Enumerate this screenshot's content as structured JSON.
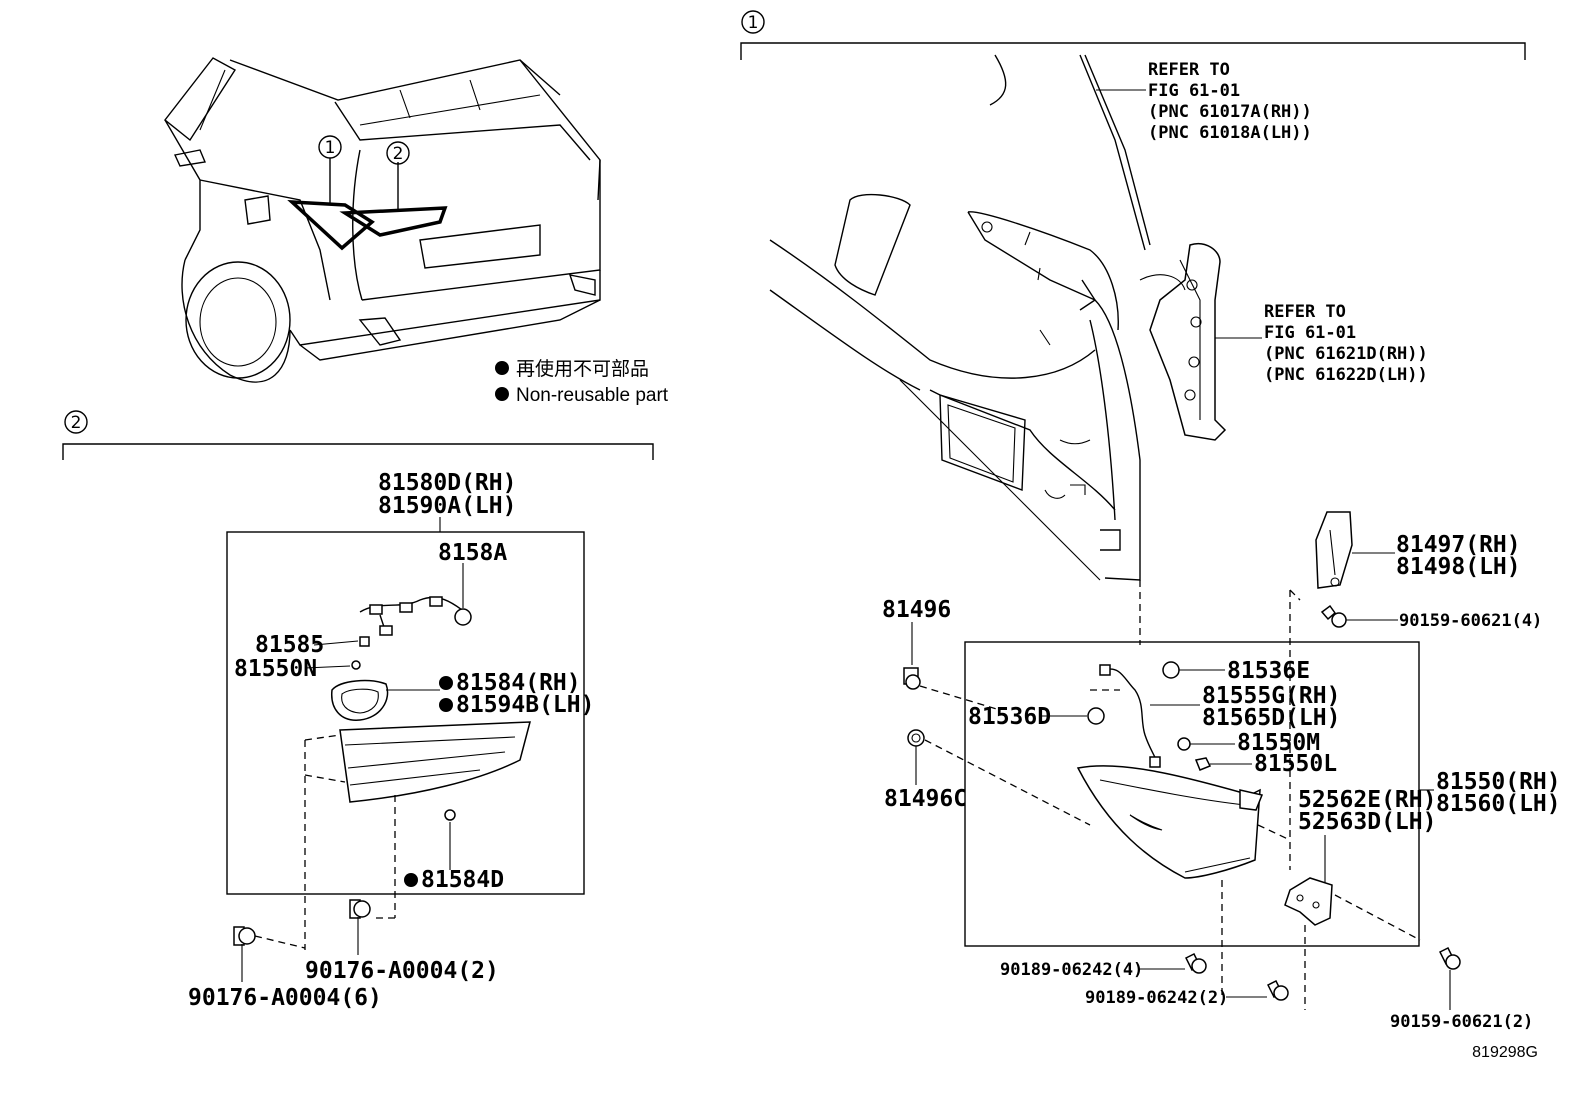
{
  "callouts": {
    "c1": "1",
    "c2": "2"
  },
  "legend": {
    "jp": "再使用不可部品",
    "en": "Non-reusable part"
  },
  "section1": {
    "refer1": [
      "REFER TO",
      "FIG 61-01",
      "(PNC 61017A(RH))",
      "(PNC 61018A(LH))"
    ],
    "refer2": [
      "REFER TO",
      "FIG 61-01",
      "(PNC 61621D(RH))",
      "(PNC 61622D(LH))"
    ],
    "parts": {
      "p81497": "81497(RH)",
      "p81498": "81498(LH)",
      "p90159a": "90159-60621(4)",
      "p81496": "81496",
      "p81536e": "81536E",
      "p81555g": "81555G(RH)",
      "p81565d": "81565D(LH)",
      "p81536d": "81536D",
      "p81550m": "81550M",
      "p81550l": "81550L",
      "p81496c": "81496C",
      "p81550": "81550(RH)",
      "p81560": "81560(LH)",
      "p52562e": "52562E(RH)",
      "p52563d": "52563D(LH)",
      "p90189a": "90189-06242(4)",
      "p90189b": "90189-06242(2)",
      "p90159b": "90159-60621(2)"
    }
  },
  "section2": {
    "parts": {
      "p81580d": "81580D(RH)",
      "p81590a": "81590A(LH)",
      "p8158a": "8158A",
      "p81585": "81585",
      "p81550n": "81550N",
      "p81584": "81584(RH)",
      "p81594b": "81594B(LH)",
      "p81584d": "81584D",
      "p90176a": "90176-A0004(2)",
      "p90176b": "90176-A0004(6)"
    }
  },
  "figure_id": "819298G"
}
